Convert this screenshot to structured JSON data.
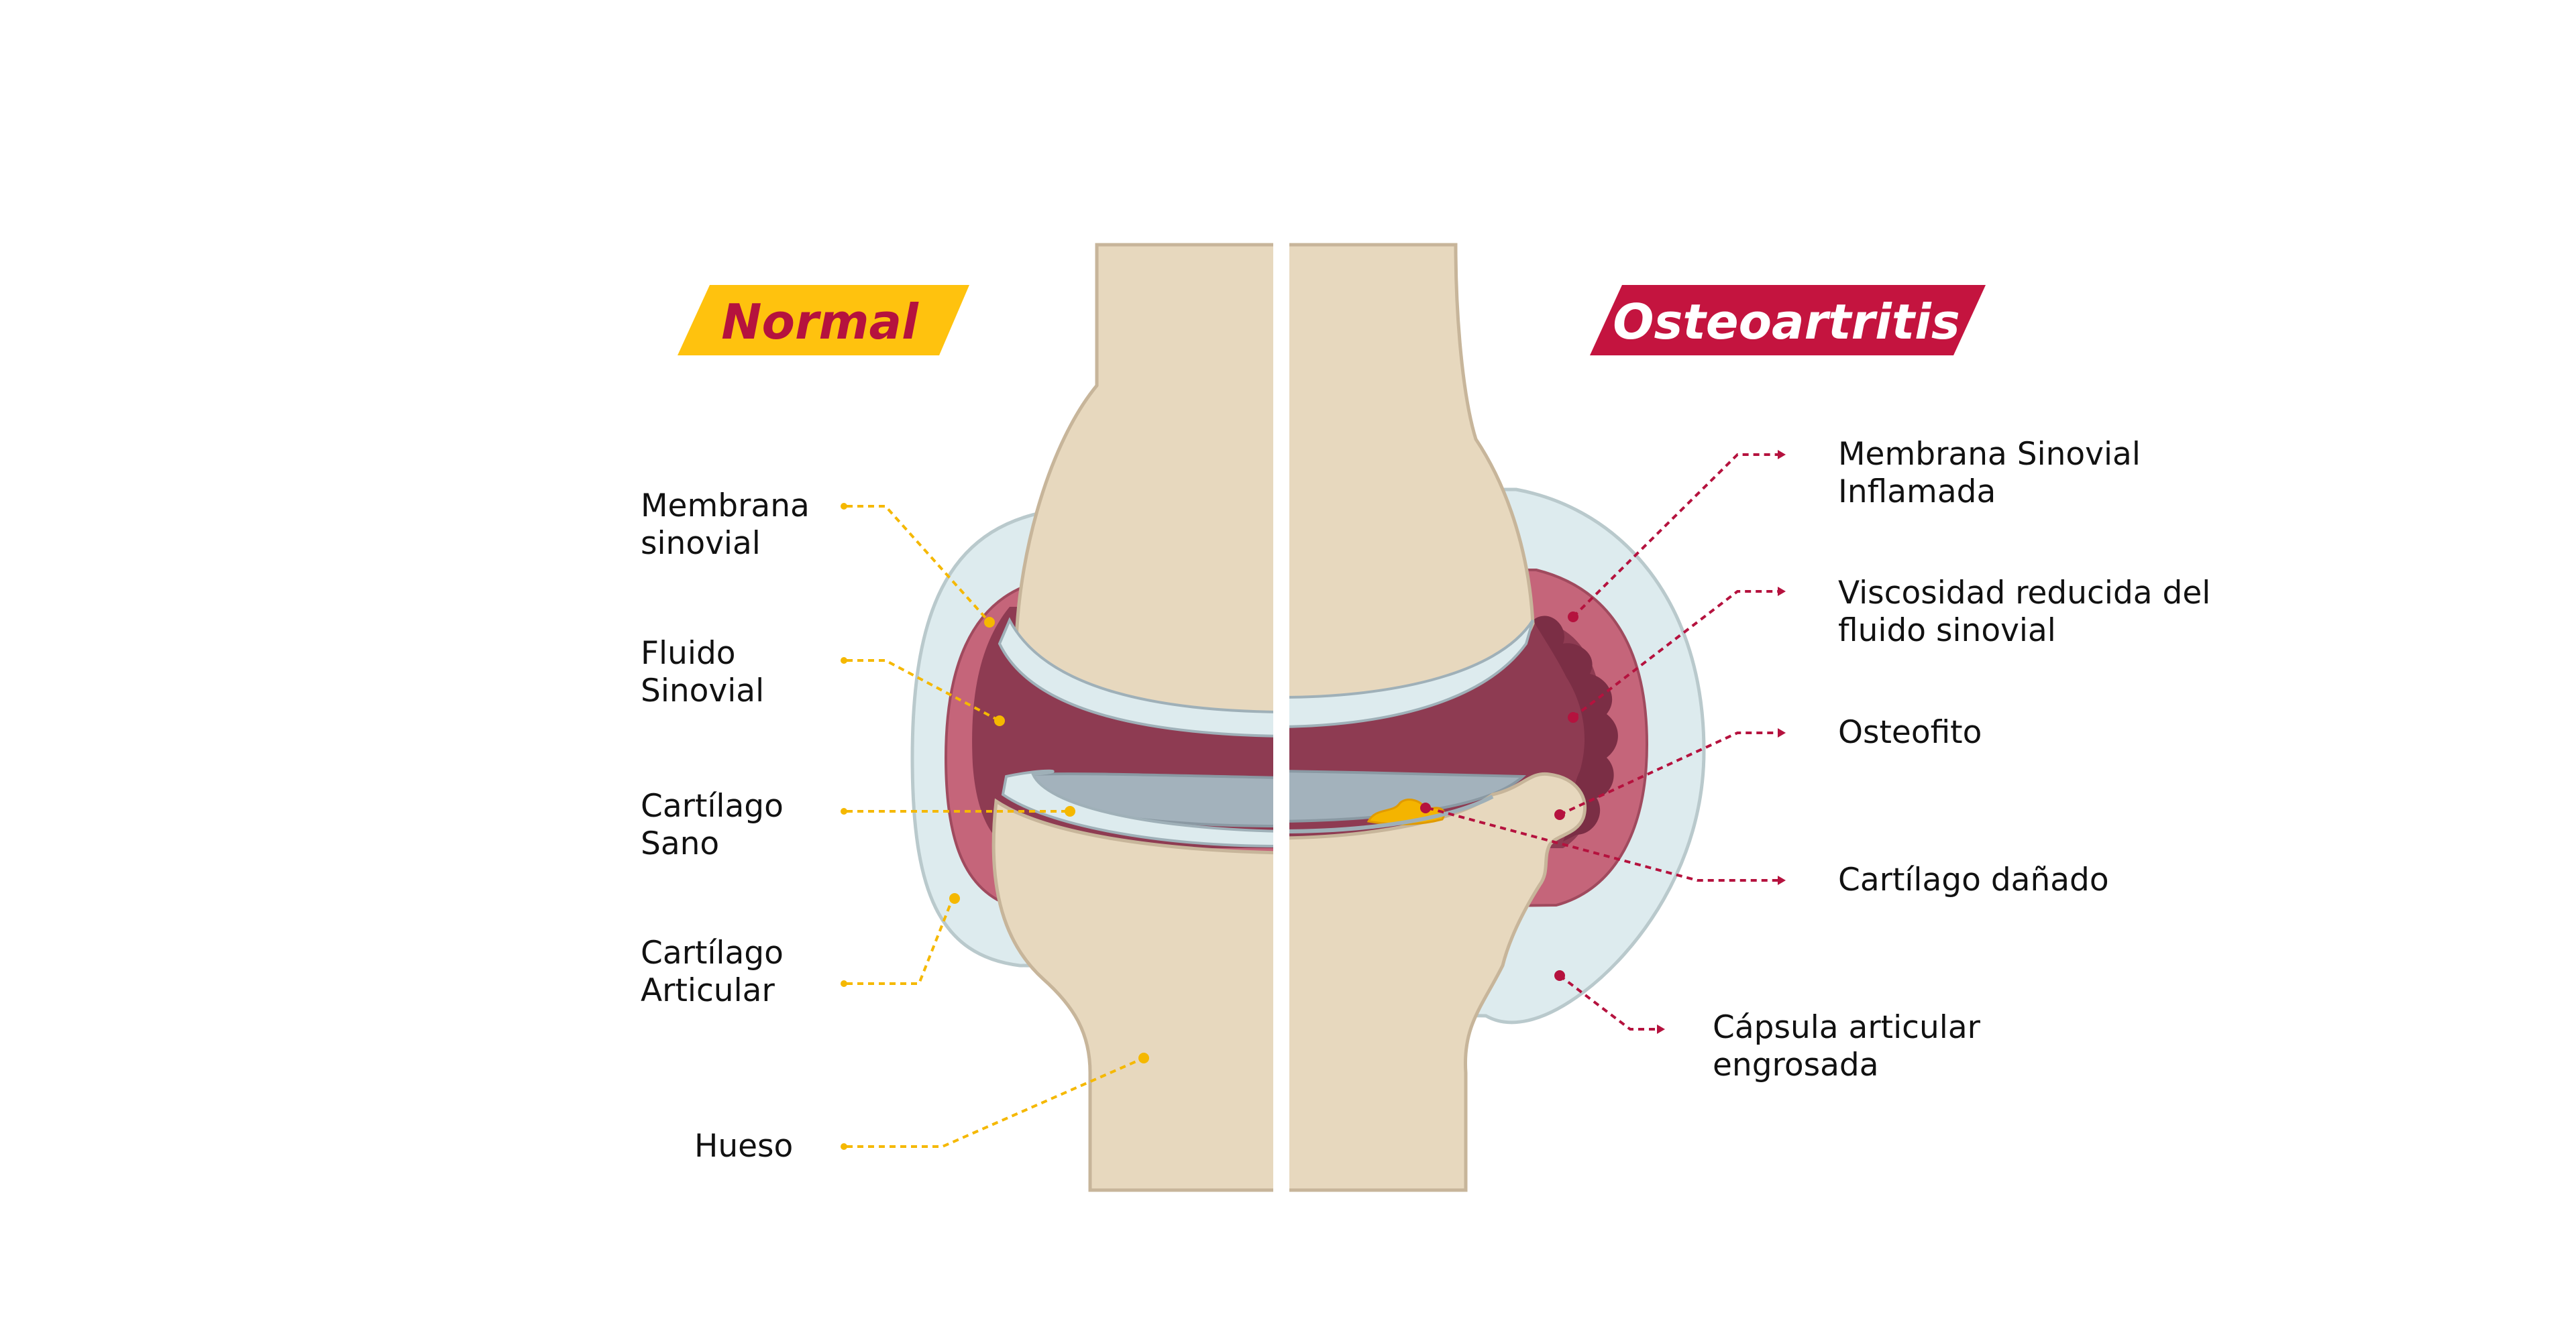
{
  "headers": {
    "normal": "Normal",
    "osteoarthritis": "Osteoartritis"
  },
  "colors": {
    "normal_tag": "#FFC20E",
    "normal_tag_text": "#B5123E",
    "oa_tag": "#C4143F",
    "oa_tag_text": "#FFFFFF",
    "normal_leader": "#F5B800",
    "oa_leader": "#B5123E",
    "bone": "#E7D8BE",
    "capsule": "#DDEBEE",
    "synovial_membrane": "#C5657A",
    "synovial_fluid": "#8E3B52",
    "cartilage": "#DDEBEE",
    "meniscus": "#A3B2BC",
    "osteophyte_debris": "#F4B400"
  },
  "labels_normal": [
    {
      "id": "membrana-sinovial",
      "lines": [
        "Membrana",
        "sinovial"
      ]
    },
    {
      "id": "fluido-sinovial",
      "lines": [
        "Fluido",
        "Sinovial"
      ]
    },
    {
      "id": "cartilago-sano",
      "lines": [
        "Cartílago",
        "Sano"
      ]
    },
    {
      "id": "cartilago-articular",
      "lines": [
        "Cartílago",
        "Articular"
      ]
    },
    {
      "id": "hueso",
      "lines": [
        "Hueso"
      ]
    }
  ],
  "labels_osteoarthritis": [
    {
      "id": "membrana-sinovial-inflamada",
      "lines": [
        "Membrana Sinovial",
        "Inflamada"
      ]
    },
    {
      "id": "viscosidad-reducida",
      "lines": [
        "Viscosidad reducida del",
        "fluido sinovial"
      ]
    },
    {
      "id": "osteofito",
      "lines": [
        "Osteofito"
      ]
    },
    {
      "id": "cartilago-danado",
      "lines": [
        "Cartílago dañado"
      ]
    },
    {
      "id": "capsula-engrosada",
      "lines": [
        "Cápsula articular",
        "engrosada"
      ]
    }
  ]
}
